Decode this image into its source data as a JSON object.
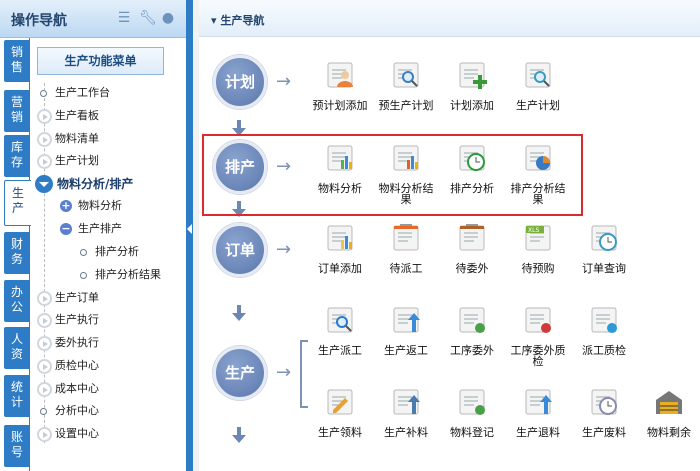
{
  "left_panel": {
    "title": "操作导航",
    "header_icons": [
      "list-icon",
      "wrench-icon",
      "user-icon"
    ],
    "tabs": [
      {
        "label": "销售",
        "active": false
      },
      {
        "label": "营销",
        "active": false
      },
      {
        "label": "库存",
        "active": false
      },
      {
        "label": "生产",
        "active": true
      },
      {
        "label": "财务",
        "active": false
      },
      {
        "label": "办公",
        "active": false
      },
      {
        "label": "人资",
        "active": false
      },
      {
        "label": "统计",
        "active": false
      },
      {
        "label": "账号",
        "active": false
      }
    ],
    "menu_title": "生产功能菜单",
    "tree": [
      {
        "label": "生产工作台",
        "type": "leaf",
        "level": 0
      },
      {
        "label": "生产看板",
        "type": "closed",
        "level": 0
      },
      {
        "label": "物料清单",
        "type": "closed",
        "level": 0
      },
      {
        "label": "生产计划",
        "type": "closed",
        "level": 0
      },
      {
        "label": "物料分析/排产",
        "type": "open",
        "level": 0
      },
      {
        "label": "物料分析",
        "type": "plus",
        "level": 1
      },
      {
        "label": "生产排产",
        "type": "minus",
        "level": 1
      },
      {
        "label": "排产分析",
        "type": "leaf",
        "level": 2
      },
      {
        "label": "排产分析结果",
        "type": "leaf",
        "level": 2
      },
      {
        "label": "生产订单",
        "type": "closed",
        "level": 0
      },
      {
        "label": "生产执行",
        "type": "closed",
        "level": 0
      },
      {
        "label": "委外执行",
        "type": "closed",
        "level": 0
      },
      {
        "label": "质检中心",
        "type": "closed",
        "level": 0
      },
      {
        "label": "成本中心",
        "type": "closed",
        "level": 0
      },
      {
        "label": "分析中心",
        "type": "leaf",
        "level": 0
      },
      {
        "label": "设置中心",
        "type": "closed",
        "level": 0
      }
    ]
  },
  "main": {
    "title": "生产导航",
    "stages": [
      {
        "label": "计划",
        "rows": [
          [
            {
              "label": "预计划添加",
              "icon": "user-form-icon",
              "color": "#e8823a"
            },
            {
              "label": "预生产计划",
              "icon": "magnifier-window-icon",
              "color": "#3a7fc4"
            },
            {
              "label": "计划添加",
              "icon": "window-add-icon",
              "color": "#3a9a3a"
            },
            {
              "label": "生产计划",
              "icon": "document-search-icon",
              "color": "#3a9ac4"
            }
          ]
        ]
      },
      {
        "label": "排产",
        "highlighted": true,
        "rows": [
          [
            {
              "label": "物料分析",
              "icon": "bar-chart-icon",
              "color": "#5ab04a"
            },
            {
              "label": "物料分析结果",
              "icon": "table-chart-icon",
              "color": "#e0602a"
            },
            {
              "label": "排产分析",
              "icon": "calendar-clock-icon",
              "color": "#2a9a3a"
            },
            {
              "label": "排产分析结果",
              "icon": "table-pie-icon",
              "color": "#e08a2a"
            }
          ]
        ]
      },
      {
        "label": "订单",
        "rows": [
          [
            {
              "label": "订单添加",
              "icon": "clipboard-chart-icon",
              "color": "#e8c45a"
            },
            {
              "label": "待派工",
              "icon": "calendar-list-icon",
              "color": "#e86a2a"
            },
            {
              "label": "待委外",
              "icon": "clipboard-icon",
              "color": "#b0602a"
            },
            {
              "label": "待预购",
              "icon": "xls-file-icon",
              "color": "#7ab03a"
            },
            {
              "label": "订单查询",
              "icon": "clock-calendar-icon",
              "color": "#3a9ac4"
            }
          ]
        ]
      },
      {
        "label": "生产",
        "rows": [
          [
            {
              "label": "生产派工",
              "icon": "document-search-icon",
              "color": "#2a7ad0"
            },
            {
              "label": "生产返工",
              "icon": "folder-arrow-icon",
              "color": "#3a8ad8"
            },
            {
              "label": "工序委外",
              "icon": "checklist-icon",
              "color": "#4aa04a"
            },
            {
              "label": "工序委外质检",
              "icon": "document-stamp-icon",
              "color": "#d03a3a"
            },
            {
              "label": "派工质检",
              "icon": "clipboard-shield-icon",
              "color": "#2a9ad8"
            }
          ],
          [
            {
              "label": "生产领料",
              "icon": "pencil-icon",
              "color": "#e8a030"
            },
            {
              "label": "生产补料",
              "icon": "supplement-icon",
              "color": "#4a7ab0"
            },
            {
              "label": "物料登记",
              "icon": "clipboard-check-icon",
              "color": "#4aa04a"
            },
            {
              "label": "生产退料",
              "icon": "document-up-arrow-icon",
              "color": "#3a8ad8"
            },
            {
              "label": "生产废料",
              "icon": "clock-dial-icon",
              "color": "#8a8ab0"
            },
            {
              "label": "物料剩余",
              "icon": "warehouse-icon",
              "color": "#e8b020"
            }
          ]
        ]
      }
    ]
  }
}
